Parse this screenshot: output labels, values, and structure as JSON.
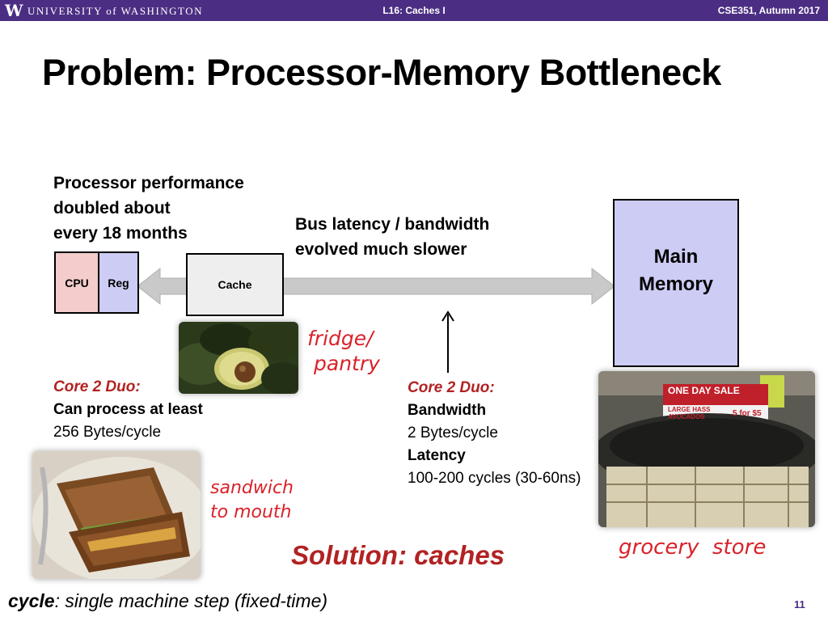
{
  "header": {
    "logo_letter": "W",
    "university": "UNIVERSITY of WASHINGTON",
    "lecture": "L16: Caches I",
    "course": "CSE351, Autumn 2017"
  },
  "title": "Problem:  Processor-Memory Bottleneck",
  "processor_text": [
    "Processor performance",
    "doubled about",
    "every 18 months"
  ],
  "bus_text": [
    "Bus latency / bandwidth",
    "evolved much slower"
  ],
  "cpu_label": "CPU",
  "reg_label": "Reg",
  "cache_label": "Cache",
  "memory_label": [
    "Main",
    "Memory"
  ],
  "left_core": {
    "heading": "Core 2 Duo:",
    "line1": "Can process at least",
    "line2": "256 Bytes/cycle"
  },
  "right_core": {
    "heading": "Core 2 Duo:",
    "bw_label": "Bandwidth",
    "bw_value": "2 Bytes/cycle",
    "lat_label": "Latency",
    "lat_value": "100-200 cycles (30-60ns)"
  },
  "annotations": {
    "fridge": [
      "fridge/",
      "pantry"
    ],
    "sandwich": [
      "sandwich",
      "to mouth"
    ],
    "grocery": "grocery  store"
  },
  "sign_text": [
    "ONE DAY SALE",
    "LARGE HASS",
    "AVOCADOS",
    "5 for $5"
  ],
  "solution": "Solution: caches",
  "footer": {
    "term": "cycle",
    "definition": ": single machine step (fixed-time)"
  },
  "page_number": "11",
  "colors": {
    "header_purple": "#4b2e83",
    "cpu_fill": "#f4cccc",
    "reg_fill": "#ccccf4",
    "memory_fill": "#ccccf4",
    "emphasis_red": "#b22222",
    "handwriting_red": "#d9222a"
  }
}
